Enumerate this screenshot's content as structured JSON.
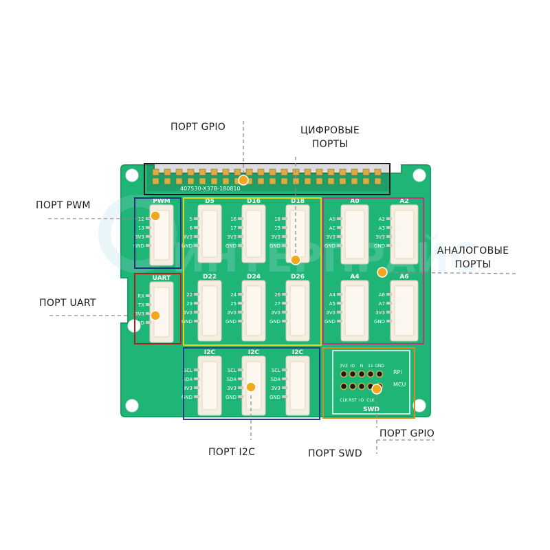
{
  "labels": {
    "gpio_top": "ПОРТ GPIO",
    "digital": "ЦИФРОВЫЕ ПОРТЫ",
    "pwm": "ПОРТ PWM",
    "uart": "ПОРТ UART",
    "analog": "АНАЛОГОВЫЕ ПОРТЫ",
    "i2c": "ПОРТ I2C",
    "gpio_bottom": "ПОРТ GPIO",
    "swd": "ПОРТ SWD"
  },
  "board": {
    "header_text": "407530-X37B-180810",
    "watermark": "ИНТЕРПРАЙС",
    "connector_titles": {
      "pwm": "PWM",
      "uart": "UART",
      "d5": "D5",
      "d16": "D16",
      "d18": "D18",
      "d22": "D22",
      "d24": "D24",
      "d26": "D26",
      "a0": "A0",
      "a2": "A2",
      "a4": "A4",
      "a6": "A6",
      "i2c": "I2C",
      "swd": "SWD"
    },
    "pin_labels": {
      "pwm": [
        "12",
        "13",
        "3V3",
        "GND"
      ],
      "uart": [
        "RX",
        "TX",
        "3V3",
        "GND"
      ],
      "d5": [
        "5",
        "6",
        "3V3",
        "GND"
      ],
      "d16": [
        "16",
        "17",
        "3V3",
        "GND"
      ],
      "d18": [
        "18",
        "19",
        "3V3",
        "GND"
      ],
      "d22": [
        "22",
        "23",
        "3V3",
        "GND"
      ],
      "d24": [
        "24",
        "25",
        "3V3",
        "GND"
      ],
      "d26": [
        "26",
        "27",
        "3V3",
        "GND"
      ],
      "a0": [
        "A0",
        "A1",
        "3V3",
        "GND"
      ],
      "a2": [
        "A2",
        "A3",
        "3V3",
        "GND"
      ],
      "a4": [
        "A4",
        "A5",
        "3V3",
        "GND"
      ],
      "a6": [
        "A6",
        "A7",
        "3V3",
        "GND"
      ],
      "i2c": [
        "SCL",
        "SDA",
        "3V3",
        "GND"
      ],
      "swd_top": [
        "3V3",
        "IO",
        "N",
        "11",
        "GND"
      ],
      "swd_bottom": [
        "CLK",
        "RST",
        "IO",
        "CLK",
        ""
      ],
      "swd_side": [
        "RPi",
        "MCU"
      ]
    }
  },
  "colors": {
    "board": "#1fb576",
    "board_edge": "#16a066",
    "connector": "#f4ede0",
    "pin": "#c9c9c9",
    "marker": "#f2a81d",
    "box_gpio": "#1b1b1b",
    "box_pwm": "#22307a",
    "box_uart": "#b01e1e",
    "box_digital": "#e3d21b",
    "box_analog": "#c2327f",
    "box_i2c": "#1f3d8a",
    "box_swd": "#d98a1b"
  }
}
